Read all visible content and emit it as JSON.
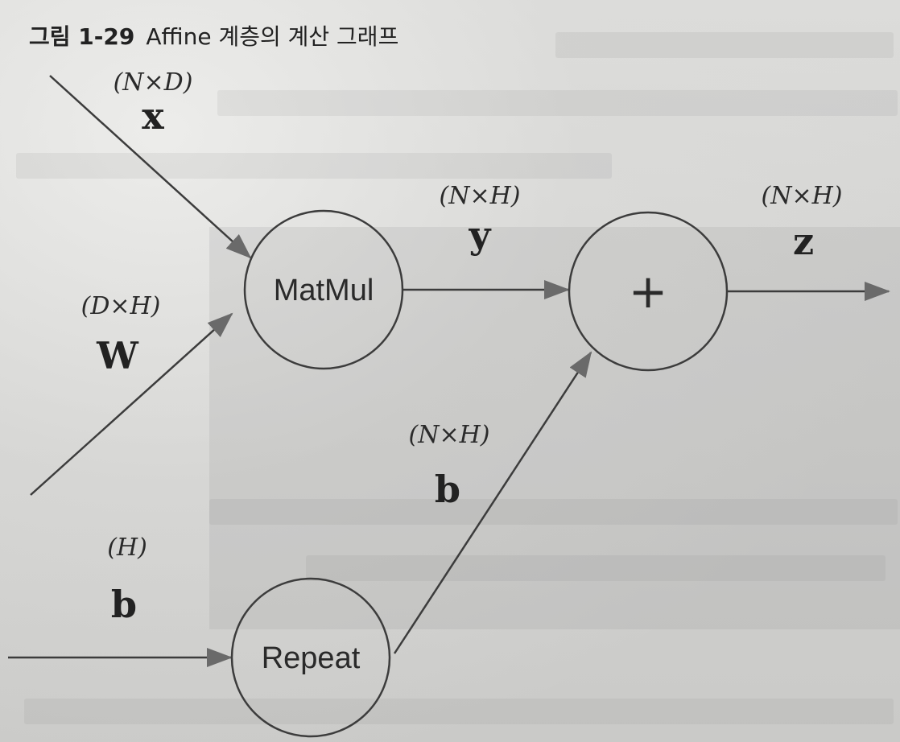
{
  "figure": {
    "number": "그림 1-29",
    "title": "Affine 계층의 계산 그래프"
  },
  "nodes": {
    "matmul": {
      "label": "MatMul"
    },
    "add": {
      "label": "+"
    },
    "repeat": {
      "label": "Repeat"
    }
  },
  "edges": {
    "x": {
      "shape": "(N×D)",
      "name": "x"
    },
    "W": {
      "shape": "(D×H)",
      "name": "W"
    },
    "b_in": {
      "shape": "(H)",
      "name": "b"
    },
    "b_rep": {
      "shape": "(N×H)",
      "name": "b"
    },
    "y": {
      "shape": "(N×H)",
      "name": "y"
    },
    "z": {
      "shape": "(N×H)",
      "name": "z"
    }
  },
  "colors": {
    "line": "#3c3c3c",
    "arrow": "#6a6a6a",
    "text": "#222222"
  }
}
